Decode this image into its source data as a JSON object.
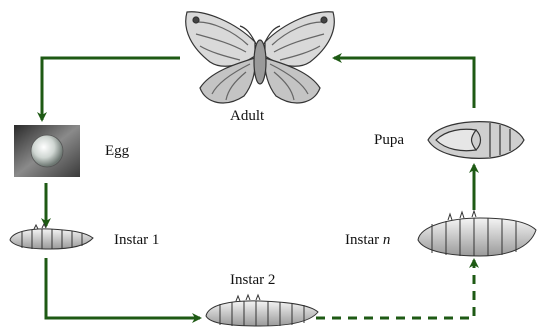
{
  "diagram": {
    "stages": {
      "adult": "Adult",
      "egg": "Egg",
      "instar1": "Instar 1",
      "instar2": "Instar 2",
      "instarN_prefix": "Instar ",
      "instarN_var": "n",
      "pupa": "Pupa"
    },
    "arrows": [
      {
        "from": "adult",
        "to": "egg",
        "style": "solid"
      },
      {
        "from": "egg",
        "to": "instar1",
        "style": "solid"
      },
      {
        "from": "instar1",
        "to": "instar2",
        "style": "solid"
      },
      {
        "from": "instar2",
        "to": "instarN",
        "style": "dashed"
      },
      {
        "from": "instarN",
        "to": "pupa",
        "style": "solid"
      },
      {
        "from": "pupa",
        "to": "adult",
        "style": "solid"
      }
    ],
    "colors": {
      "arrow": "#1e5a14",
      "text": "#111111"
    }
  }
}
